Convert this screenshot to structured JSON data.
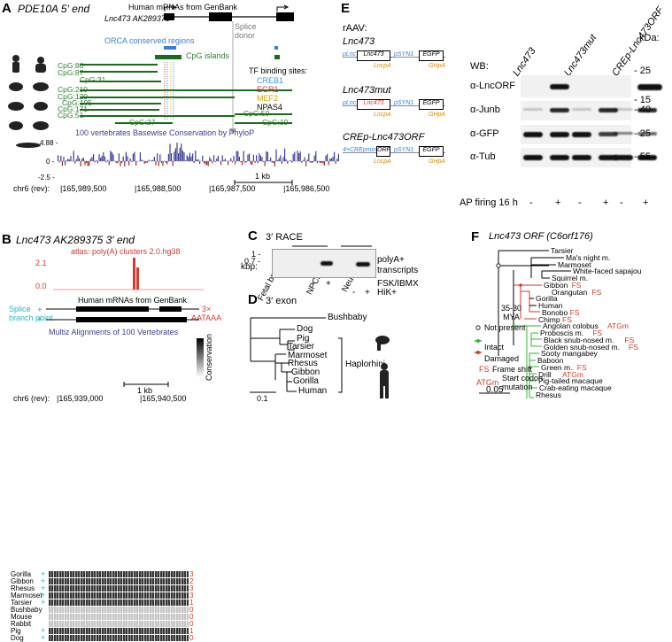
{
  "panelA": {
    "label": "A",
    "title": "PDE10A 5′ end",
    "track_mrna": "Human mRNAs from GenBank",
    "transcript": "Lnc473 AK289375",
    "splice": "Splice donor",
    "orca": "ORCA conserved regions",
    "cpg_islands": "CpG islands",
    "cpg_left": [
      "CpG:86",
      "CpG:87",
      "CpG:31",
      "CpG:210",
      "CpG:120",
      "CpG:105",
      "CpG:171",
      "CpG:51"
    ],
    "cpg_bottom": [
      "CpG:27",
      "CpG:50",
      "CpG:19"
    ],
    "tf_title": "TF binding sites:",
    "tf_sites": [
      "CREB1",
      "EGR1",
      "MEF2",
      "NPAS4"
    ],
    "conservation": "100 vertebrates Basewise Conservation by PhyloP",
    "yticks": [
      "4.88 -",
      "0 -",
      "-2.5 -"
    ],
    "chr": "chr6 (rev):",
    "coords": [
      "165,989,500",
      "165,988,500",
      "165,987,500",
      "165,986,500"
    ],
    "scale": "1 kb"
  },
  "panelB": {
    "label": "B",
    "title": "Lnc473 AK289375 3′ end",
    "atlas": "atlas: poly(A) clusters 2.0.hg38",
    "atlas_ticks": [
      "2.1",
      "0.0"
    ],
    "track_mrna": "Human mRNAs from GenBank",
    "branch": [
      "Splice",
      "branch point"
    ],
    "aataaa": [
      "3×",
      "AATAAA"
    ],
    "multiz": "Multiz Alignments of 100 Vertebrates",
    "species": [
      "Gorilla",
      "Gibbon",
      "Rhesus",
      "Marmoset",
      "Tarsier",
      "Bushbaby",
      "Mouse",
      "Rabbit",
      "Pig",
      "Dog"
    ],
    "counts": [
      "3",
      "2",
      "3",
      "3",
      "1",
      "0",
      "0",
      "0",
      "1",
      "0"
    ],
    "conservation": "Conservation",
    "chr": "chr6 (rev):",
    "coords": [
      "165,939,000",
      "165,940,500"
    ],
    "scale": "1 kb"
  },
  "panelC": {
    "label": "C",
    "title": "3′ RACE",
    "kbp": "kbp:",
    "ticks": [
      "1 -",
      "0.7 -"
    ],
    "lanes": [
      "Fetal brain",
      "NPCs",
      "Neurons"
    ],
    "polyA": [
      "polyA+",
      "transcripts"
    ],
    "treatments": [
      {
        "name": "FSK/IBMX",
        "signs": [
          "-",
          "+",
          "",
          ""
        ]
      },
      {
        "name": "HiK+",
        "signs": [
          "",
          "",
          "-",
          "+"
        ]
      }
    ]
  },
  "panelD": {
    "label": "D",
    "title": "3′ exon",
    "taxa": [
      "Bushbaby",
      "Dog",
      "Pig",
      "Tarsier",
      "Marmoset",
      "Rhesus",
      "Gibbon",
      "Gorilla",
      "Human"
    ],
    "clade": "Haplorhini",
    "scale": "0.1"
  },
  "panelE": {
    "label": "E",
    "header": "rAAV:",
    "constructs": [
      {
        "title": "Lnc473",
        "parts": [
          "pLnc",
          "Lnc473",
          "pSYN1",
          "EGFP"
        ],
        "pa": [
          "LncpA",
          "GHpA"
        ]
      },
      {
        "title": "Lnc473mut",
        "parts": [
          "pLnc",
          "Lnc473",
          "pSYN1",
          "EGFP"
        ],
        "pa": [
          "LncpA",
          "GHpA"
        ]
      },
      {
        "title": "CREp-Lnc473ORF",
        "parts": [
          "4×CREpmin",
          "ORF",
          "pSYN1",
          "EGFP"
        ],
        "pa": [
          "LncpA",
          "GHpA"
        ]
      }
    ],
    "wb": "WB:",
    "columns": [
      "Lnc473",
      "Lnc473mut",
      "CREp-Lnc473ORF"
    ],
    "kda": "kDa:",
    "rows": [
      {
        "name": "α-LncORF",
        "sizes": [
          "25",
          "15"
        ]
      },
      {
        "name": "α-Junb",
        "sizes": [
          "40"
        ]
      },
      {
        "name": "α-GFP",
        "sizes": [
          "25"
        ]
      },
      {
        "name": "α-Tub",
        "sizes": [
          "55"
        ]
      }
    ],
    "ap": "AP firing 16 h",
    "signs": [
      "-",
      "+",
      "-",
      "+",
      "-",
      "+"
    ]
  },
  "panelF": {
    "label": "F",
    "title": "Lnc473 ORF (C6orf176)",
    "taxa": [
      "Tarsier",
      "Ma's night m.",
      "Marmoset",
      "White-faced sapajou",
      "Squirrel m.",
      "Gibbon",
      "Orangutan",
      "Gorilla",
      "Human",
      "Bonobo",
      "Chimp",
      "Angolan colobus",
      "Proboscis m.",
      "Black snub-nosed m.",
      "Golden snub-nosed m.",
      "Sooty mangabey",
      "Baboon",
      "Green m.",
      "Drill",
      "Pig-tailed macaque",
      "Crab-eating macaque",
      "Rhesus"
    ],
    "marks": [
      "",
      "",
      "",
      "",
      "",
      "FS",
      "FS",
      "",
      "",
      "FS",
      "FS",
      "ATGm",
      "FS",
      "FS",
      "FS",
      "",
      "",
      "FS",
      "ATGm",
      "",
      "",
      ""
    ],
    "mya": [
      "35-30",
      "MYA"
    ],
    "legend": [
      "Not present",
      "Intact",
      "Damaged"
    ],
    "fs": [
      "FS",
      "Frame shift"
    ],
    "atg": [
      "ATGm",
      "Start codon",
      "mutation"
    ],
    "scale": "0.05",
    "colors": {
      "intact": "#2eb82e",
      "damaged": "#d33a2c"
    }
  }
}
